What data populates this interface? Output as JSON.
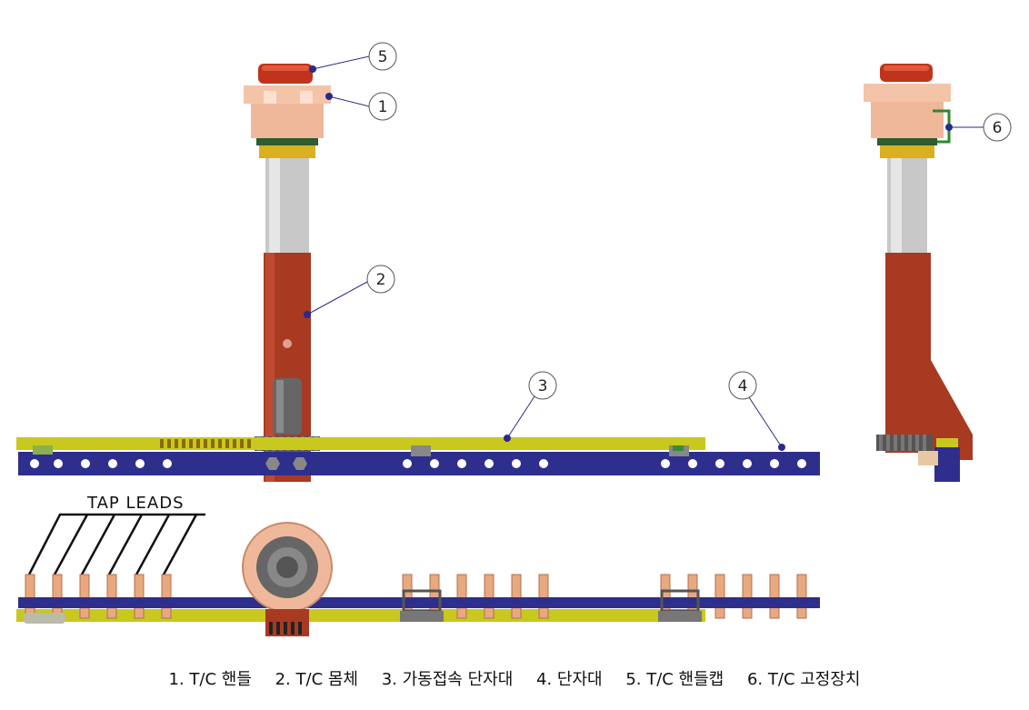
{
  "callouts": [
    {
      "id": "1",
      "label": "1"
    },
    {
      "id": "2",
      "label": "2"
    },
    {
      "id": "3",
      "label": "3"
    },
    {
      "id": "4",
      "label": "4"
    },
    {
      "id": "5",
      "label": "5"
    },
    {
      "id": "6",
      "label": "6"
    }
  ],
  "tap_leads_label": "TAP LEADS",
  "legend": [
    "1. T/C 핸들",
    "2. T/C 몸체",
    "3. 가동접속 단자대",
    "4. 단자대",
    "5. T/C 핸들캡",
    "6. T/C 고정장치"
  ],
  "colors": {
    "terminal_board": "#2e2e8c",
    "movable_board": "#c8c81e",
    "body": "#a83a22",
    "handle": "#f0b89a",
    "handle_cap": "#c0341e",
    "shaft": "#c8c8c8",
    "collar": "#d8b020",
    "contact": "#e8a880",
    "gear": "#555555",
    "fixing": "#2a8a2a",
    "callout_dot": "#2a2a8a"
  }
}
